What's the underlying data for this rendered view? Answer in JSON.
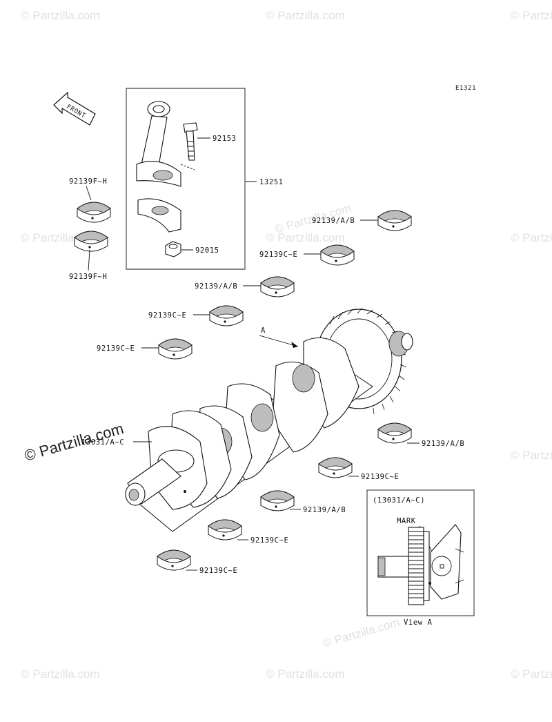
{
  "diagram_code": "E1321",
  "front_label": "FRONT",
  "watermark": {
    "text": "© Partzilla.com",
    "main_text": "© Partzilla.com"
  },
  "labels": {
    "rod_assembly": "13251",
    "rod_bolt": "92153",
    "rod_nut": "92015",
    "rod_bearing_upper": "92139F~H",
    "rod_bearing_lower": "92139F~H",
    "main_bearing_1": "92139/A/B",
    "main_bearing_2": "92139C~E",
    "main_bearing_3": "92139/A/B",
    "main_bearing_4": "92139C~E",
    "main_bearing_5": "92139C~E",
    "crankshaft": "13031/A~C",
    "view_ref": "A",
    "lower_bearing_1": "92139/A/B",
    "lower_bearing_2": "92139C~E",
    "lower_bearing_3": "92139/A/B",
    "lower_bearing_4": "92139C~E",
    "lower_bearing_5": "92139C~E"
  },
  "detail": {
    "title": "(13031/A~C)",
    "mark_label": "MARK",
    "caption": "View A"
  }
}
